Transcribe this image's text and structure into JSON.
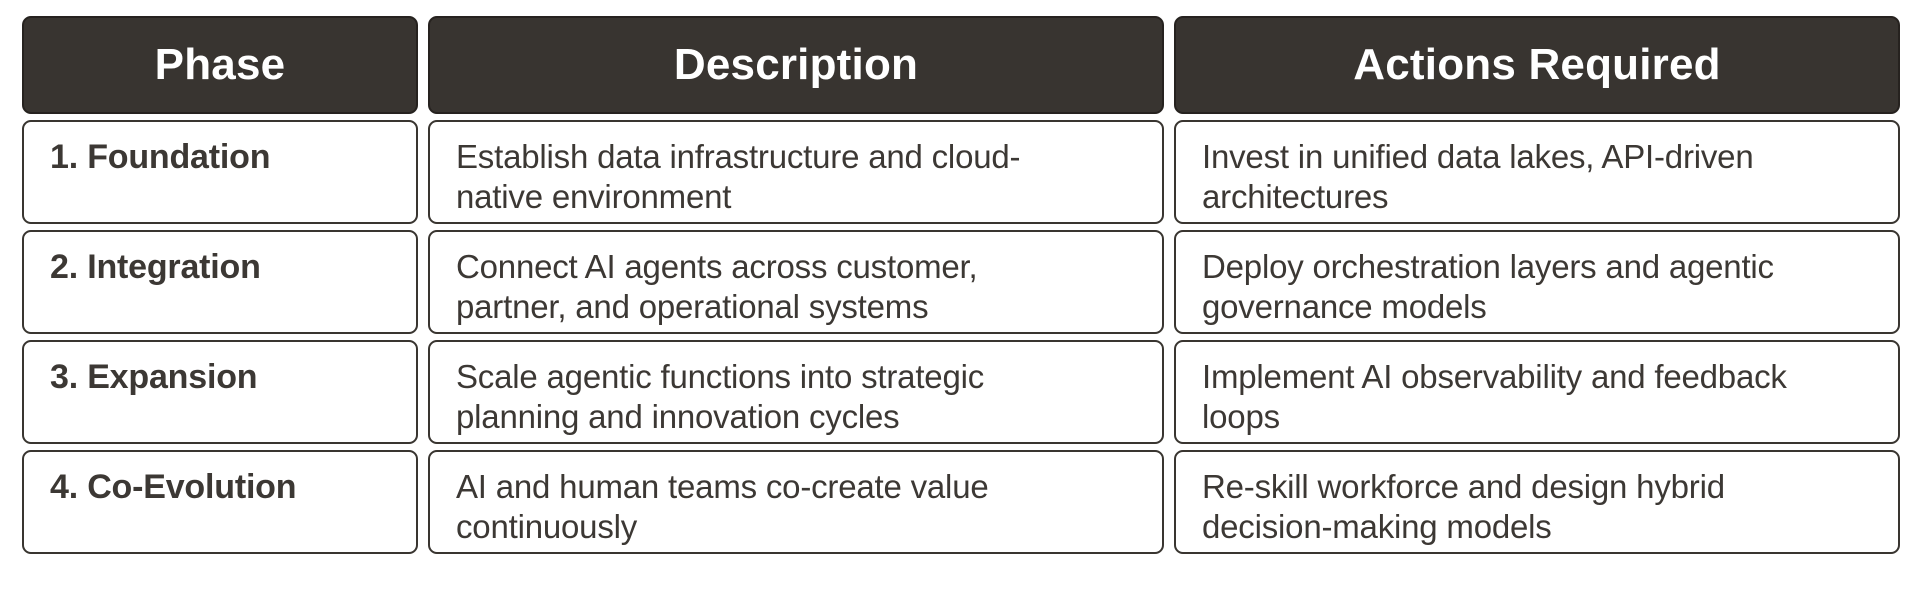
{
  "colors": {
    "page_bg": "#FFFFFF",
    "header_bg": "#383430",
    "header_text": "#FFFFFF",
    "cell_bg": "#FFFFFF",
    "cell_border": "#393530",
    "body_text": "#3C3834"
  },
  "table": {
    "columns": [
      {
        "label": "Phase"
      },
      {
        "label": "Description"
      },
      {
        "label": "Actions Required"
      }
    ],
    "rows": [
      {
        "phase": "1. Foundation",
        "description": "Establish data infrastructure and cloud-\nnative environment",
        "actions": "Invest in unified data lakes, API-driven\narchitectures"
      },
      {
        "phase": "2. Integration",
        "description": "Connect AI agents across customer,\npartner, and operational systems",
        "actions": "Deploy orchestration layers and agentic\ngovernance models"
      },
      {
        "phase": "3. Expansion",
        "description": "Scale agentic functions into strategic\nplanning and innovation cycles",
        "actions": "Implement AI observability and feedback\nloops"
      },
      {
        "phase": "4. Co-Evolution",
        "description": "AI and human teams co-create value\ncontinuously",
        "actions": "Re-skill workforce and design hybrid\ndecision-making models"
      }
    ]
  },
  "chart_data": {
    "type": "table",
    "title": "",
    "columns": [
      "Phase",
      "Description",
      "Actions Required"
    ],
    "rows": [
      [
        "1. Foundation",
        "Establish data infrastructure and cloud-native environment",
        "Invest in unified data lakes, API-driven architectures"
      ],
      [
        "2. Integration",
        "Connect AI agents across customer, partner, and operational systems",
        "Deploy orchestration layers and agentic governance models"
      ],
      [
        "3. Expansion",
        "Scale agentic functions into strategic planning and innovation cycles",
        "Implement AI observability and feedback loops"
      ],
      [
        "4. Co-Evolution",
        "AI and human teams co-create value continuously",
        "Re-skill workforce and design hybrid decision-making models"
      ]
    ]
  }
}
